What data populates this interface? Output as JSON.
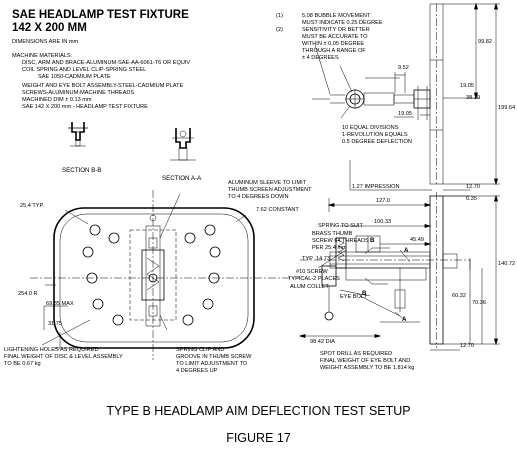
{
  "title": {
    "line1": "SAE HEADLAMP TEST FIXTURE",
    "line2": "142 X 200 MM"
  },
  "dims_note": "DIMENSIONS ARE IN mm",
  "materials": {
    "heading": "MACHINE MATERIALS:",
    "lines": [
      "DISC, ARM AND BRACE-ALUMINUM-SAE-AA-6061-T6 OR EQUIV",
      "COIL SPRING AND LEVEL CLIP-SPRING STEEL",
      "SAE 1050-CADMIUM PLATE",
      "WEIGHT AND EYE BOLT ASSEMBLY-STEEL-CADMIUM PLATE",
      "SCREWS-ALUMINUM-MACHINE THREADS",
      "MACHINED DIM ± 0.13 mm",
      "SAE 142 X 200 mm - HEADLAMP TEST FIXTURE"
    ]
  },
  "notes": {
    "num1": "(1)",
    "num2": "(2)",
    "bubble_lines": [
      "5.08 BUBBLE MOVEMENT",
      "MUST INDICATE 0.25 DEGREE",
      "SENSITIVITY OR BETTER",
      "MUST BE ACCURATE TO",
      "WITHIN ± 0.05 DEGREE",
      "THROUGH A RANGE OF",
      "± 4 DEGREES"
    ],
    "divisions_lines": [
      "10 EQUAL DIVISIONS",
      "1-REVOLUTION EQUALS",
      "0.5 DEGREE DEFLECTION"
    ],
    "sleeve_lines": [
      "ALUMINUM SLEEVE TO LIMIT",
      "THUMB SCREEN ADJUSTMENT",
      "TO 4 DEGREES DOWN"
    ],
    "lightening_lines": [
      "LIGHTENING HOLES AS REQUIRED",
      "FINAL WEIGHT OF DISC & LEVEL ASSEMBLY",
      "TO BE 0.67 kg"
    ],
    "spring_clip_lines": [
      "SPRING CLIP AND",
      "GROOVE IN THUMB SCREW",
      "TO LIMIT ADJUSTMENT TO",
      "4 DEGREES UP"
    ],
    "spot_drill_lines": [
      "SPOT DRILL AS REQUIRED",
      "FINAL WEIGHT OF EYE BOLT AND",
      "WEIGHT ASSEMBLY TO BE 1.814 kg"
    ],
    "spring_to_suit": "SPRING TO SUIT",
    "brass_lines": [
      "BRASS THUMB",
      "SCREW 64 THREADS",
      "PER 25.4 mm"
    ],
    "typ": "TYP",
    "screw_lines": [
      "#10 SCREW",
      "TYPICAL-2 PLACES"
    ],
    "collet": "ALUM COLLET",
    "eye_bolt": "EYE BOLT",
    "impression": "1.27 IMPRESSION",
    "constant": "7.62 CONSTANT",
    "typ25": "25.4 TYP."
  },
  "sections": {
    "bb": "SECTION B-B",
    "aa": "SECTION A-A",
    "b": "B",
    "a": "A"
  },
  "dimensions": {
    "d99_82": "99.82",
    "d199_64": "199.64",
    "d9_52": "9.52",
    "d19_05a": "19.05",
    "d38_10": "38.10",
    "d19_05b": "19.05",
    "d12_70a": "12.70",
    "d6_35": "6.35",
    "d127": "127.0",
    "d100_33": "100.33",
    "d45_49": "45.49",
    "d14_73": "14.73",
    "d140_72": "140.72",
    "d254": "254.0 R",
    "d69_85": "69.85 MAX",
    "d31_75": "31.75",
    "d60_32": "60.32",
    "d70_36": "70.36",
    "d98_42": "98.42 DIA",
    "d12_70b": "12.70"
  },
  "caption": {
    "line1": "TYPE B HEADLAMP AIM DEFLECTION TEST SETUP",
    "line2": "FIGURE 17"
  }
}
